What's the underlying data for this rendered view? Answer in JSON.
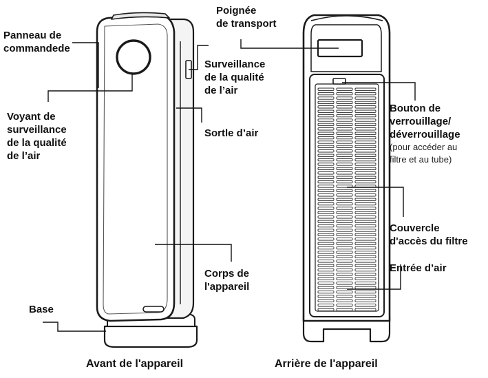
{
  "front_labels": {
    "control_panel": [
      "Panneau de",
      "commandede"
    ],
    "aq_indicator": [
      "Voyant de",
      "surveillance",
      "de la qualité",
      "de l’air"
    ],
    "aq_sensor": [
      "Surveillance",
      "de la qualité",
      "de l’air"
    ],
    "air_outlet": "Sortle d’air",
    "body": [
      "Corps de",
      "l'appareil"
    ],
    "base": "Base"
  },
  "back_labels": {
    "handle": [
      "Poignée",
      "de transport"
    ],
    "lock_button": [
      "Bouton de",
      "verrouillage/",
      "déverrouillage"
    ],
    "lock_note": [
      "(pour accéder au",
      "filtre et au tube)"
    ],
    "filter_cover": [
      "Couvercle",
      "d'accès du filtre"
    ],
    "air_inlet": "Entrée d’air"
  },
  "captions": {
    "front": "Avant de l'appareil",
    "back": "Arrière de l'appareil"
  }
}
